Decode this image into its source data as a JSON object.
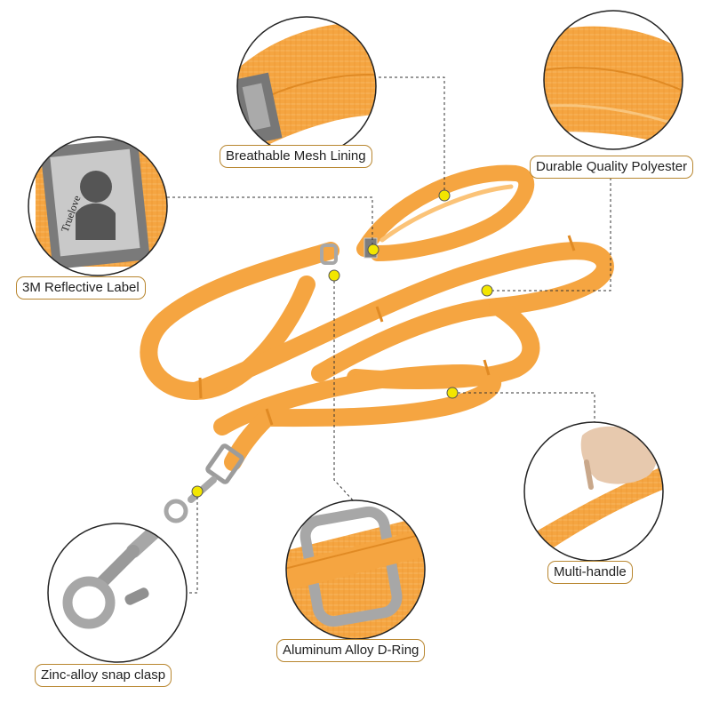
{
  "colors": {
    "leash": "#f5a541",
    "leash_light": "#fbc378",
    "leash_dark": "#e08a24",
    "callout_border": "#b8862f",
    "marker": "#f3e600",
    "metal": "#a7a7a7"
  },
  "brand_label_text": "Truelove",
  "features": [
    {
      "id": "mesh",
      "label": "Breathable Mesh Lining"
    },
    {
      "id": "polyester",
      "label": "Durable Quality Polyester"
    },
    {
      "id": "reflective",
      "label": "3M Reflective Label"
    },
    {
      "id": "handle",
      "label": "Multi-handle"
    },
    {
      "id": "clasp",
      "label": "Zinc-alloy snap clasp"
    },
    {
      "id": "dring",
      "label": "Aluminum Alloy D-Ring"
    }
  ]
}
